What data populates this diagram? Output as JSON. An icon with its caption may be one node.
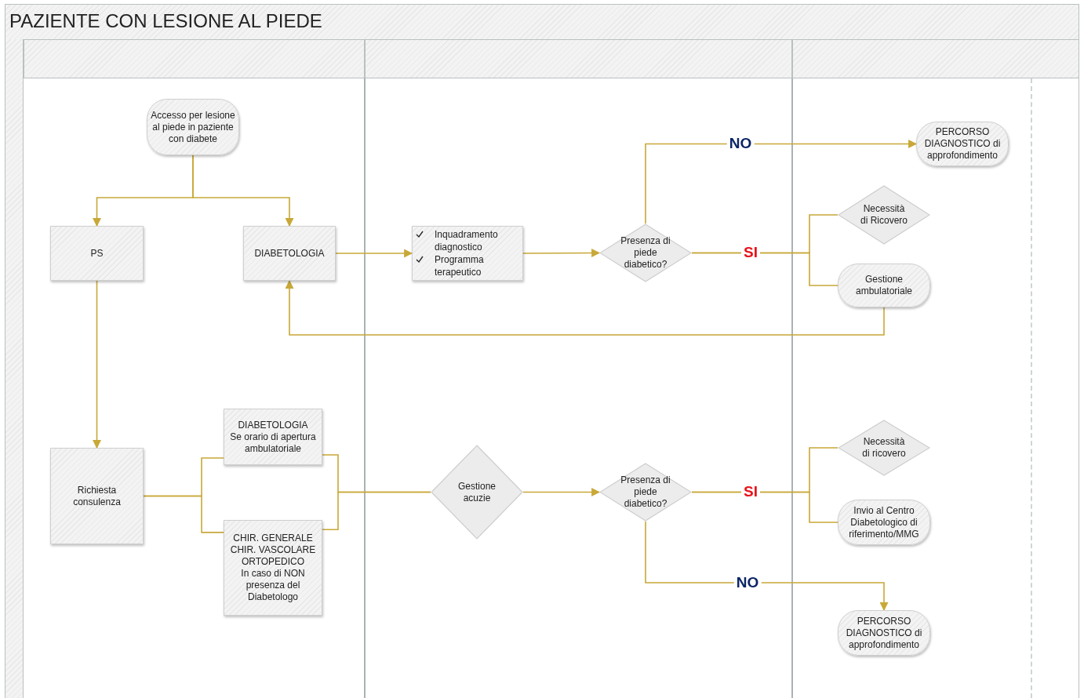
{
  "diagram": {
    "title": "PAZIENTE CON LESIONE AL PIEDE",
    "nodes": [
      {
        "text": [
          "Accesso per lesione al piede in paziente con diabete"
        ]
      },
      {
        "text": [
          "PS"
        ]
      },
      {
        "text": [
          "DIABETOLOGIA"
        ]
      },
      {
        "text": [
          "Inquadramento diagnostico",
          "Programma terapeutico"
        ]
      },
      {
        "text": [
          "Presenza di piede diabetico?"
        ]
      },
      {
        "text": [
          "PERCORSO DIAGNOSTICO di approfondimento"
        ]
      },
      {
        "text": [
          "Necessità di Ricovero"
        ]
      },
      {
        "text": [
          "Gestione ambulatoriale"
        ]
      },
      {
        "text": [
          "Richiesta consulenza"
        ]
      },
      {
        "text": [
          "DIABETOLOGIA",
          "Se orario di apertura ambulatoriale"
        ]
      },
      {
        "text": [
          "CHIR. GENERALE",
          "CHIR. VASCOLARE",
          "ORTOPEDICO",
          "In caso di NON presenza del Diabetologo"
        ]
      },
      {
        "text": [
          "Gestione acuzie"
        ]
      },
      {
        "text": [
          "Presenza di piede diabetico?"
        ]
      },
      {
        "text": [
          "Necessità di ricovero"
        ]
      },
      {
        "text": [
          "Invio al Centro Diabetologico di riferimento/MMG"
        ]
      },
      {
        "text": [
          "PERCORSO DIAGNOSTICO di approfondimento"
        ]
      }
    ],
    "edges": [
      {
        "from": 0,
        "to": 1,
        "arrow": "to"
      },
      {
        "from": 0,
        "to": 2,
        "arrow": "to"
      },
      {
        "from": 2,
        "to": 3,
        "arrow": "to"
      },
      {
        "from": 3,
        "to": 4,
        "arrow": "to"
      },
      {
        "from": 4,
        "to": 5,
        "arrow": "to",
        "label": "NO"
      },
      {
        "from": 4,
        "to": 6,
        "arrow": "none",
        "label": "SI"
      },
      {
        "from": 4,
        "to": 7,
        "arrow": "none"
      },
      {
        "from": 7,
        "to": 2,
        "arrow": "to"
      },
      {
        "from": 1,
        "to": 8,
        "arrow": "to"
      },
      {
        "from": 8,
        "to": 9,
        "arrow": "none"
      },
      {
        "from": 8,
        "to": 10,
        "arrow": "none"
      },
      {
        "from": 9,
        "to": 11,
        "arrow": "none"
      },
      {
        "from": 10,
        "to": 11,
        "arrow": "none"
      },
      {
        "from": 11,
        "to": 12,
        "arrow": "to"
      },
      {
        "from": 12,
        "to": 13,
        "arrow": "none",
        "label": "SI"
      },
      {
        "from": 12,
        "to": 14,
        "arrow": "none"
      },
      {
        "from": 12,
        "to": 15,
        "arrow": "to",
        "label": "NO"
      }
    ]
  }
}
